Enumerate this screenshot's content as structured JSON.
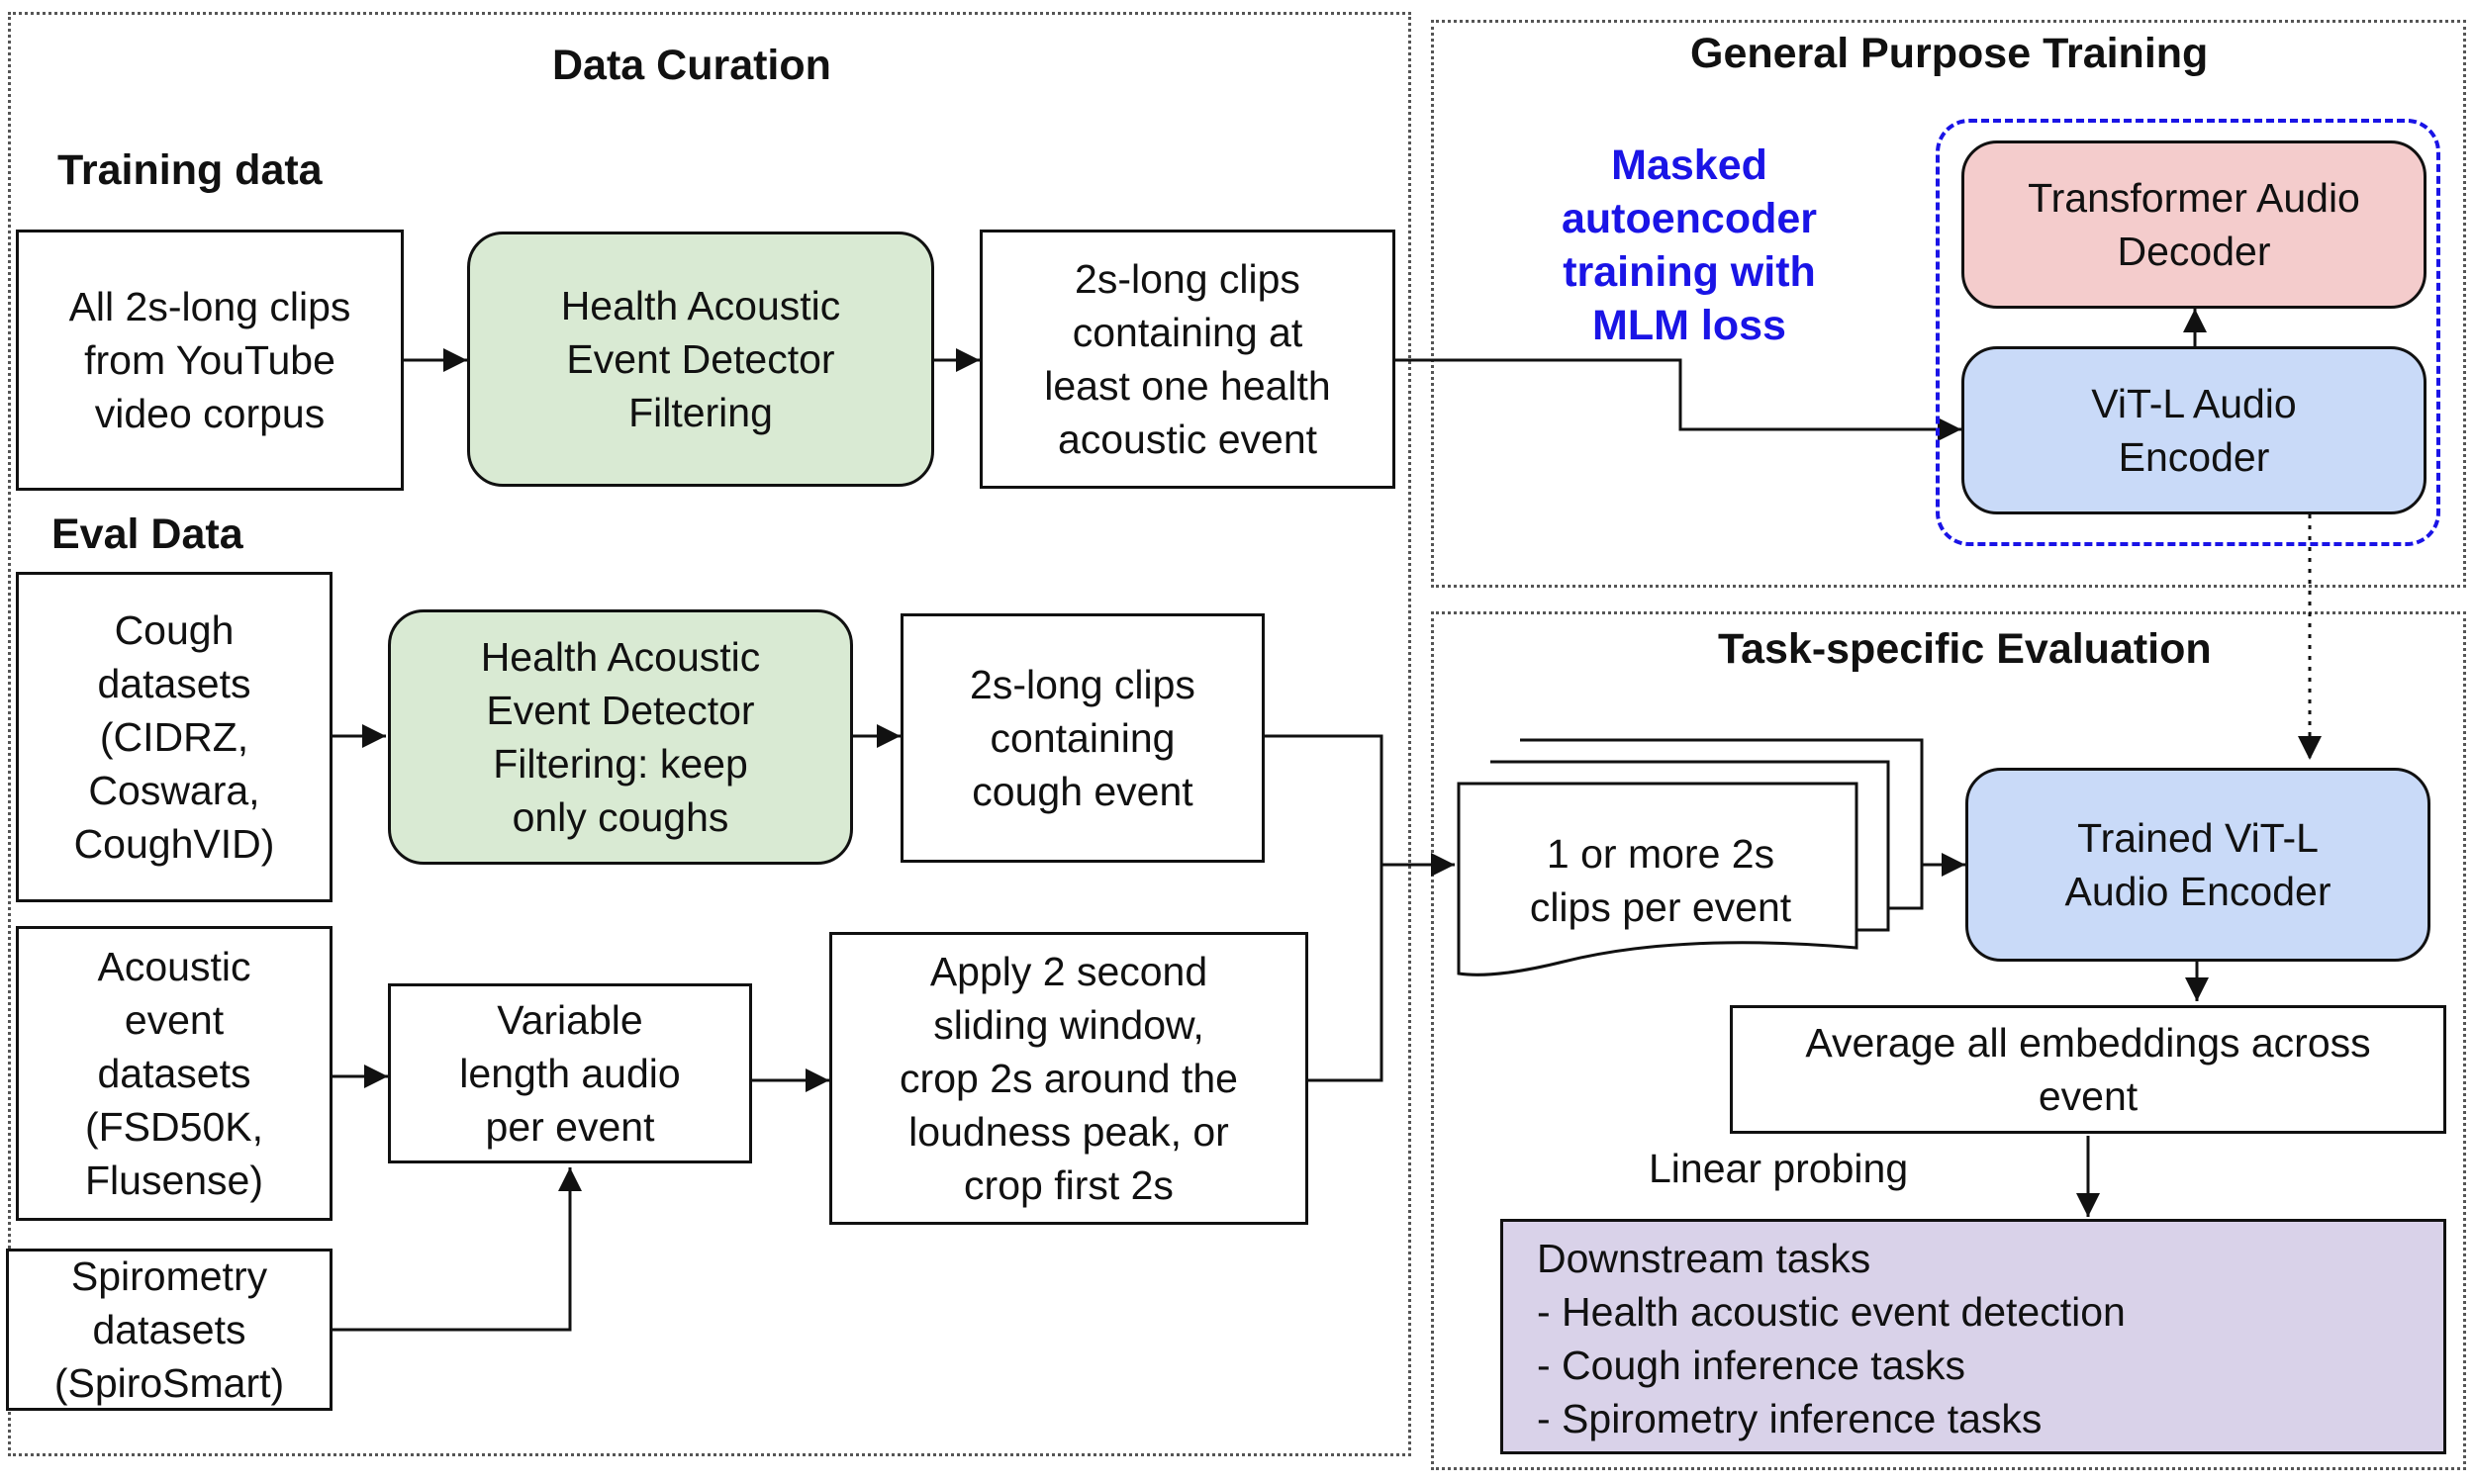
{
  "sections": {
    "data_curation": "Data Curation",
    "general_training": "General Purpose Training",
    "task_eval": "Task-specific Evaluation"
  },
  "subheadings": {
    "training_data": "Training data",
    "eval_data": "Eval Data"
  },
  "boxes": {
    "all_clips": "All 2s-long clips\nfrom YouTube\nvideo corpus",
    "heard_filter": "Health Acoustic\nEvent Detector\nFiltering",
    "health_clips": "2s-long clips\ncontaining at\nleast one health\nacoustic event",
    "cough_datasets": "Cough\ndatasets\n(CIDRZ,\nCoswara,\nCoughVID)",
    "cough_filter": "Health Acoustic\nEvent Detector\nFiltering: keep\nonly coughs",
    "cough_clips": "2s-long clips\ncontaining\ncough event",
    "acoustic_datasets": "Acoustic\nevent\ndatasets\n(FSD50K,\nFlusense)",
    "variable_audio": "Variable\nlength audio\nper event",
    "sliding_window": "Apply 2 second\nsliding window,\ncrop 2s around the\nloudness peak, or\ncrop first 2s",
    "spirometry_datasets": "Spirometry\ndatasets\n(SpiroSmart)",
    "mae_label": "Masked\nautoencoder\ntraining with\nMLM loss",
    "decoder": "Transformer Audio\nDecoder",
    "encoder": "ViT-L Audio\nEncoder",
    "clips_per_event": "1 or more 2s\nclips per event",
    "trained_encoder": "Trained ViT-L\nAudio Encoder",
    "average_embeddings": "Average all embeddings across\nevent",
    "linear_probing": "Linear probing",
    "downstream": "Downstream tasks\n- Health acoustic event detection\n- Cough inference tasks\n- Spirometry inference tasks"
  },
  "colors": {
    "filter_green": "#d9ead3",
    "encoder_blue": "#c9daf8",
    "decoder_pink": "#f4cccc",
    "downstream_purple": "#d9d2e9",
    "highlight_blue": "#1a14e6"
  }
}
